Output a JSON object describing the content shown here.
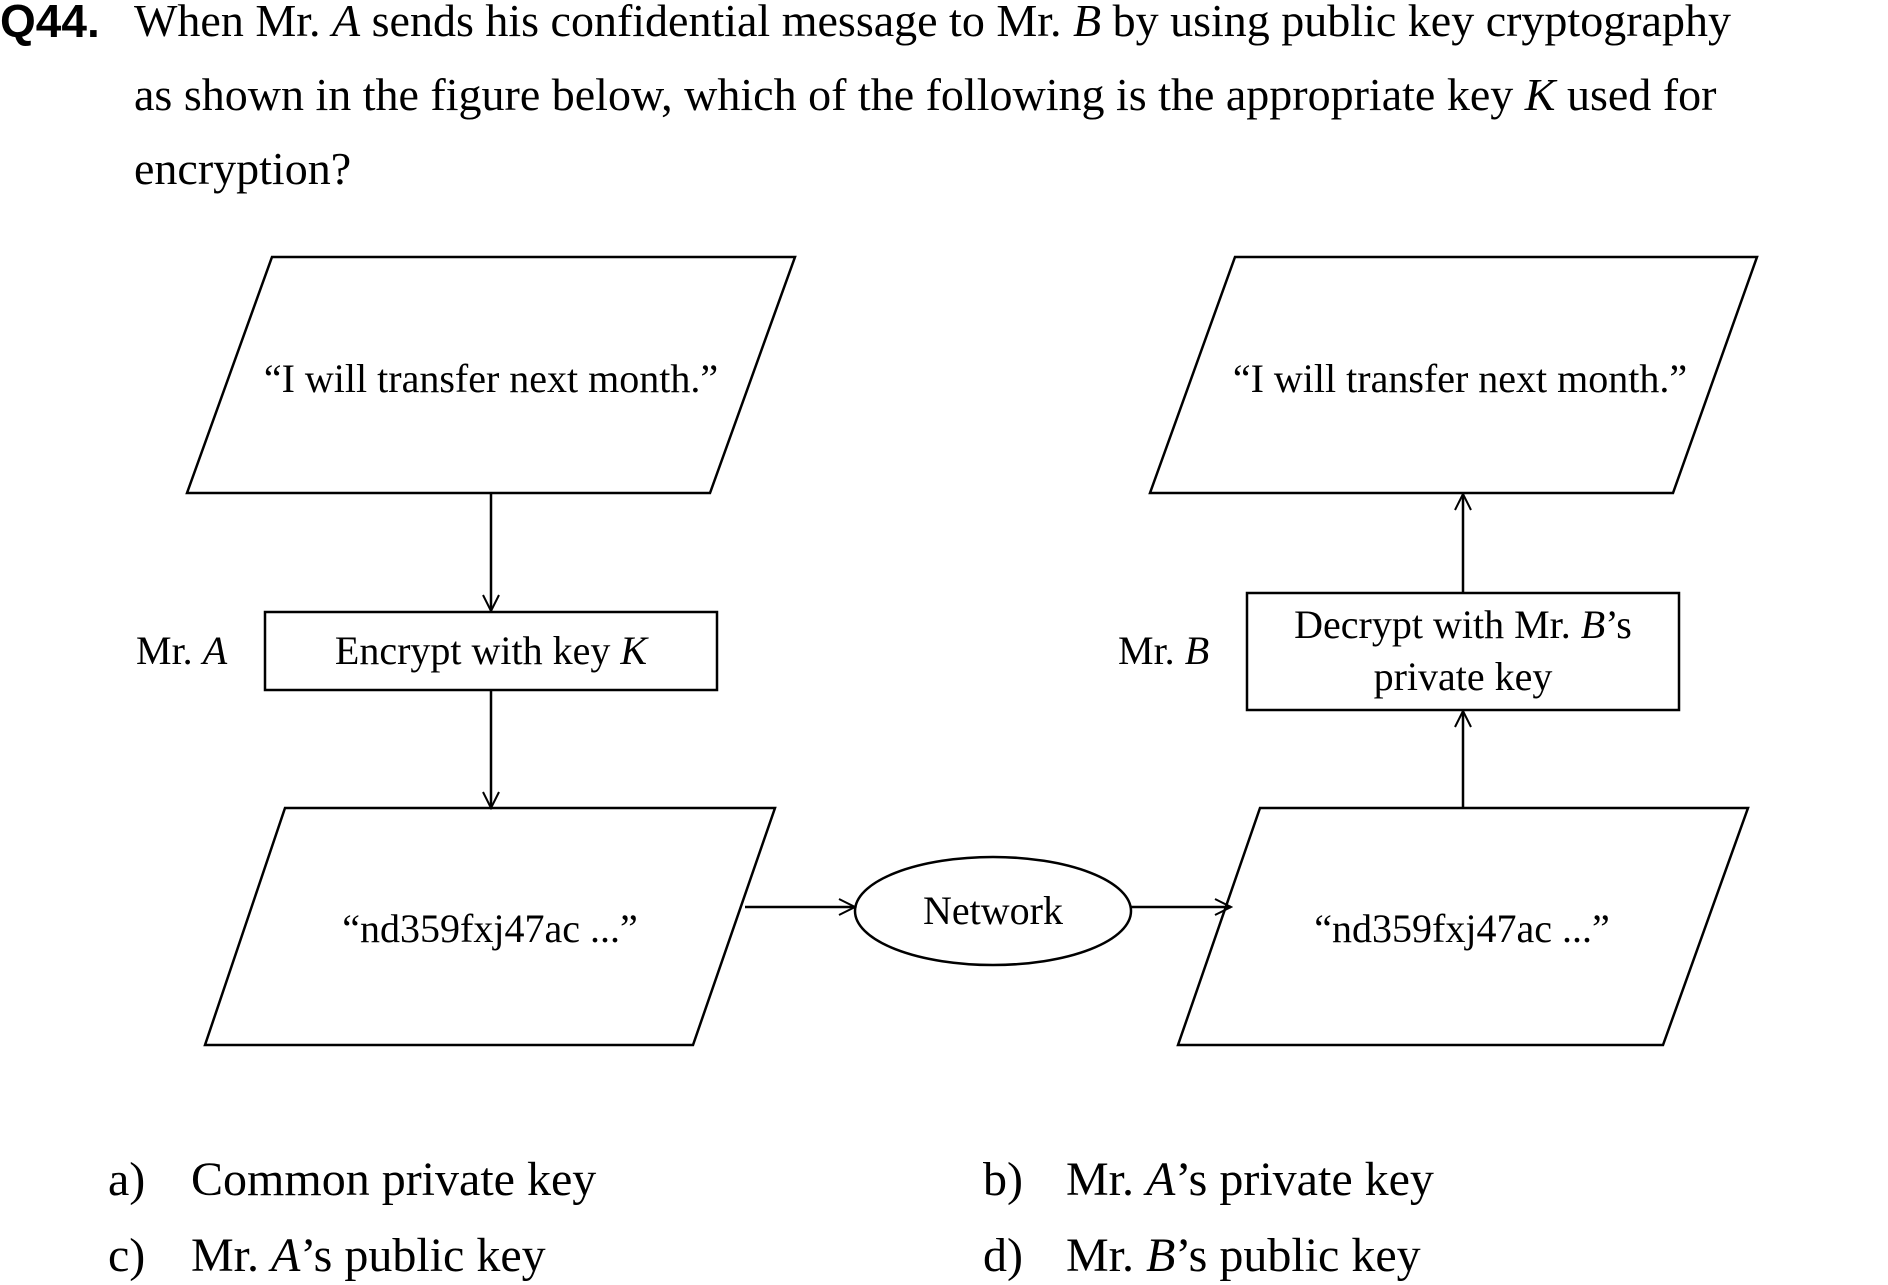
{
  "question": {
    "number": "Q44.",
    "line1": [
      "When Mr. ",
      "A",
      " sends his confidential message to Mr. ",
      "B",
      " by using public key cryptography"
    ],
    "line2": [
      "as shown in the figure below, which of the following is the appropriate key ",
      "K",
      " used for"
    ],
    "line3": "encryption?"
  },
  "diagram": {
    "plaintext_a": "“I will transfer next month.”",
    "plaintext_b": "“I will transfer next month.”",
    "mr_a_label": [
      "Mr. ",
      "A"
    ],
    "mr_b_label": [
      "Mr. ",
      "B"
    ],
    "encrypt_box": [
      "Encrypt with key ",
      "K"
    ],
    "decrypt_box_line1": [
      "Decrypt with Mr. ",
      "B",
      "’s"
    ],
    "decrypt_box_line2": "private key",
    "ciphertext_a": "“nd359fxj47ac ...”",
    "ciphertext_b": "“nd359fxj47ac ...”",
    "network": "Network"
  },
  "options": {
    "a": {
      "letter": "a)",
      "parts": [
        "Common private key"
      ]
    },
    "b": {
      "letter": "b)",
      "parts": [
        "Mr. ",
        "A",
        "’s private key"
      ]
    },
    "c": {
      "letter": "c)",
      "parts": [
        "Mr. ",
        "A",
        "’s public key"
      ]
    },
    "d": {
      "letter": "d)",
      "parts": [
        "Mr. ",
        "B",
        "’s public key"
      ]
    }
  }
}
